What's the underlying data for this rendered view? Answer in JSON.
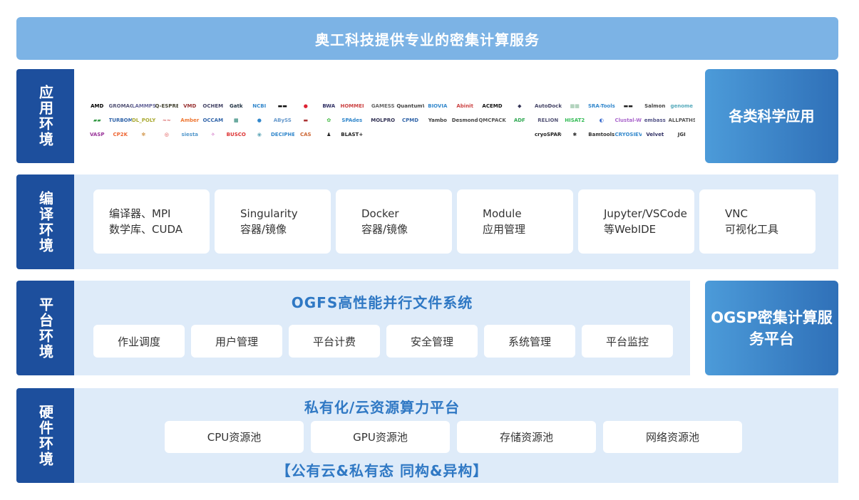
{
  "title": "奥工科技提供专业的密集计算服务",
  "rows": {
    "app": {
      "label": "应用环境",
      "right": "各类科学应用"
    },
    "compile": {
      "label": "编译环境",
      "cards": [
        {
          "l1": "编译器、MPI",
          "l2": "数学库、CUDA"
        },
        {
          "l1": "Singularity",
          "l2": "容器/镜像"
        },
        {
          "l1": "Docker",
          "l2": "容器/镜像"
        },
        {
          "l1": "Module",
          "l2": "应用管理"
        },
        {
          "l1": "Jupyter/VSCode",
          "l2": "等WebIDE"
        },
        {
          "l1": "VNC",
          "l2": "可视化工具"
        }
      ]
    },
    "platform": {
      "label": "平台环境",
      "heading": "OGFS高性能并行文件系统",
      "items": [
        "作业调度",
        "用户管理",
        "平台计费",
        "安全管理",
        "系统管理",
        "平台监控"
      ],
      "right": "OGSP密集计算服务平台"
    },
    "hardware": {
      "label": "硬件环境",
      "heading": "私有化/云资源算力平台",
      "items": [
        "CPU资源池",
        "GPU资源池",
        "存储资源池",
        "网络资源池"
      ],
      "footer": "【公有云&私有态  同构&异构】"
    }
  },
  "logos": {
    "left": [
      {
        "t": "AMD",
        "c": "#000"
      },
      {
        "t": "GROMACS",
        "c": "#557"
      },
      {
        "t": "LAMMPS",
        "c": "#669"
      },
      {
        "t": "Q-ESPRESSO",
        "c": "#443"
      },
      {
        "t": "VMD",
        "c": "#933"
      },
      {
        "t": "OCHEM",
        "c": "#446"
      },
      {
        "t": "Gatk",
        "c": "#234"
      },
      {
        "t": "NCBI",
        "c": "#38c"
      },
      {
        "t": "▬▬",
        "c": "#111"
      },
      {
        "t": "●",
        "c": "#d23"
      },
      {
        "t": "BWA",
        "c": "#336"
      },
      {
        "t": "HOMMER",
        "c": "#c44"
      },
      {
        "t": "▰▰",
        "c": "#394"
      },
      {
        "t": "TURBOMOLE",
        "c": "#36a"
      },
      {
        "t": "DL_POLY",
        "c": "#aa3"
      },
      {
        "t": "~~",
        "c": "#c33"
      },
      {
        "t": "Amber",
        "c": "#e73"
      },
      {
        "t": "OCCAM",
        "c": "#36a"
      },
      {
        "t": "▦",
        "c": "#176"
      },
      {
        "t": "●",
        "c": "#38c"
      },
      {
        "t": "ABySS",
        "c": "#69c"
      },
      {
        "t": "▬",
        "c": "#a33"
      },
      {
        "t": "✿",
        "c": "#4b4"
      },
      {
        "t": "SPAdes",
        "c": "#38c"
      },
      {
        "t": "VASP",
        "c": "#939"
      },
      {
        "t": "CP2K",
        "c": "#e63"
      },
      {
        "t": "✻",
        "c": "#c83"
      },
      {
        "t": "◎",
        "c": "#d44"
      },
      {
        "t": "siesta",
        "c": "#59c"
      },
      {
        "t": "✧",
        "c": "#b3a"
      },
      {
        "t": "BUSCO",
        "c": "#d33"
      },
      {
        "t": "◉",
        "c": "#6ab"
      },
      {
        "t": "DECIPHER",
        "c": "#38c"
      },
      {
        "t": "CAS",
        "c": "#c63"
      },
      {
        "t": "♟",
        "c": "#222"
      },
      {
        "t": "BLAST+",
        "c": "#222"
      }
    ],
    "middle": [
      {
        "t": "GAMESS",
        "c": "#666"
      },
      {
        "t": "QuantumWise",
        "c": "#444"
      },
      {
        "t": "BIOVIA",
        "c": "#38c"
      },
      {
        "t": "Abinit",
        "c": "#c44"
      },
      {
        "t": "ACEMD",
        "c": "#111"
      },
      {
        "t": "◆",
        "c": "#335"
      },
      {
        "t": "MOLPRO",
        "c": "#335"
      },
      {
        "t": "CPMD",
        "c": "#36a"
      },
      {
        "t": "Yambo",
        "c": "#444"
      },
      {
        "t": "Desmond",
        "c": "#444"
      },
      {
        "t": "QMCPACK",
        "c": "#555"
      },
      {
        "t": "ADF",
        "c": "#3a5"
      }
    ],
    "right": [
      {
        "t": "AutoDock",
        "c": "#446"
      },
      {
        "t": "▦▦",
        "c": "#8b9"
      },
      {
        "t": "SRA-Tools",
        "c": "#38c"
      },
      {
        "t": "▬▬",
        "c": "#222"
      },
      {
        "t": "Salmon",
        "c": "#444"
      },
      {
        "t": "genome",
        "c": "#5ab"
      },
      {
        "t": "RELION",
        "c": "#557"
      },
      {
        "t": "HISAT2",
        "c": "#3b5"
      },
      {
        "t": "◐",
        "c": "#36c"
      },
      {
        "t": "Clustal-W",
        "c": "#a6c"
      },
      {
        "t": "embass",
        "c": "#558"
      },
      {
        "t": "ALLPATHS-LG",
        "c": "#555"
      },
      {
        "t": "cryoSPARC",
        "c": "#222"
      },
      {
        "t": "✱",
        "c": "#333"
      },
      {
        "t": "Bamtools",
        "c": "#333"
      },
      {
        "t": "CRYOSIEVE",
        "c": "#38c"
      },
      {
        "t": "Velvet",
        "c": "#336"
      },
      {
        "t": "JGI",
        "c": "#333"
      }
    ]
  }
}
